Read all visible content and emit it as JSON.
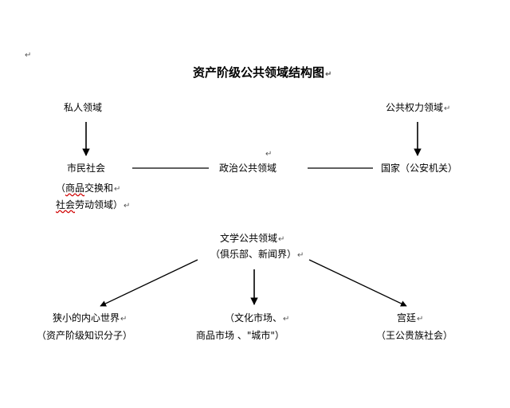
{
  "diagram": {
    "title": "资产阶级公共领域结构图",
    "return_mark": "↵",
    "nodes": {
      "private_sphere": "私人领域",
      "public_power": "公共权力领域",
      "civil_society": "市民社会",
      "civil_society_sub_open": "（",
      "civil_society_sub_squig1": "商品",
      "civil_society_sub_rest1": "交换和",
      "civil_society_sub_squig2": "社会",
      "civil_society_sub_rest2": "劳动领域）",
      "political_public": "政治公共领域",
      "state": "国家（公安机关）",
      "literary_public": "文学公共领域",
      "literary_public_sub": "（俱乐部、新闻界）",
      "intimate_sphere": "狭小的内心世界",
      "intimate_sphere_sub": "（资产阶级知识分子）",
      "cultural_market": "（文化市场、",
      "cultural_market_sub": "商品市场 、\"城市\"）",
      "court": "宫廷",
      "court_sub": "（王公贵族社会）"
    }
  }
}
